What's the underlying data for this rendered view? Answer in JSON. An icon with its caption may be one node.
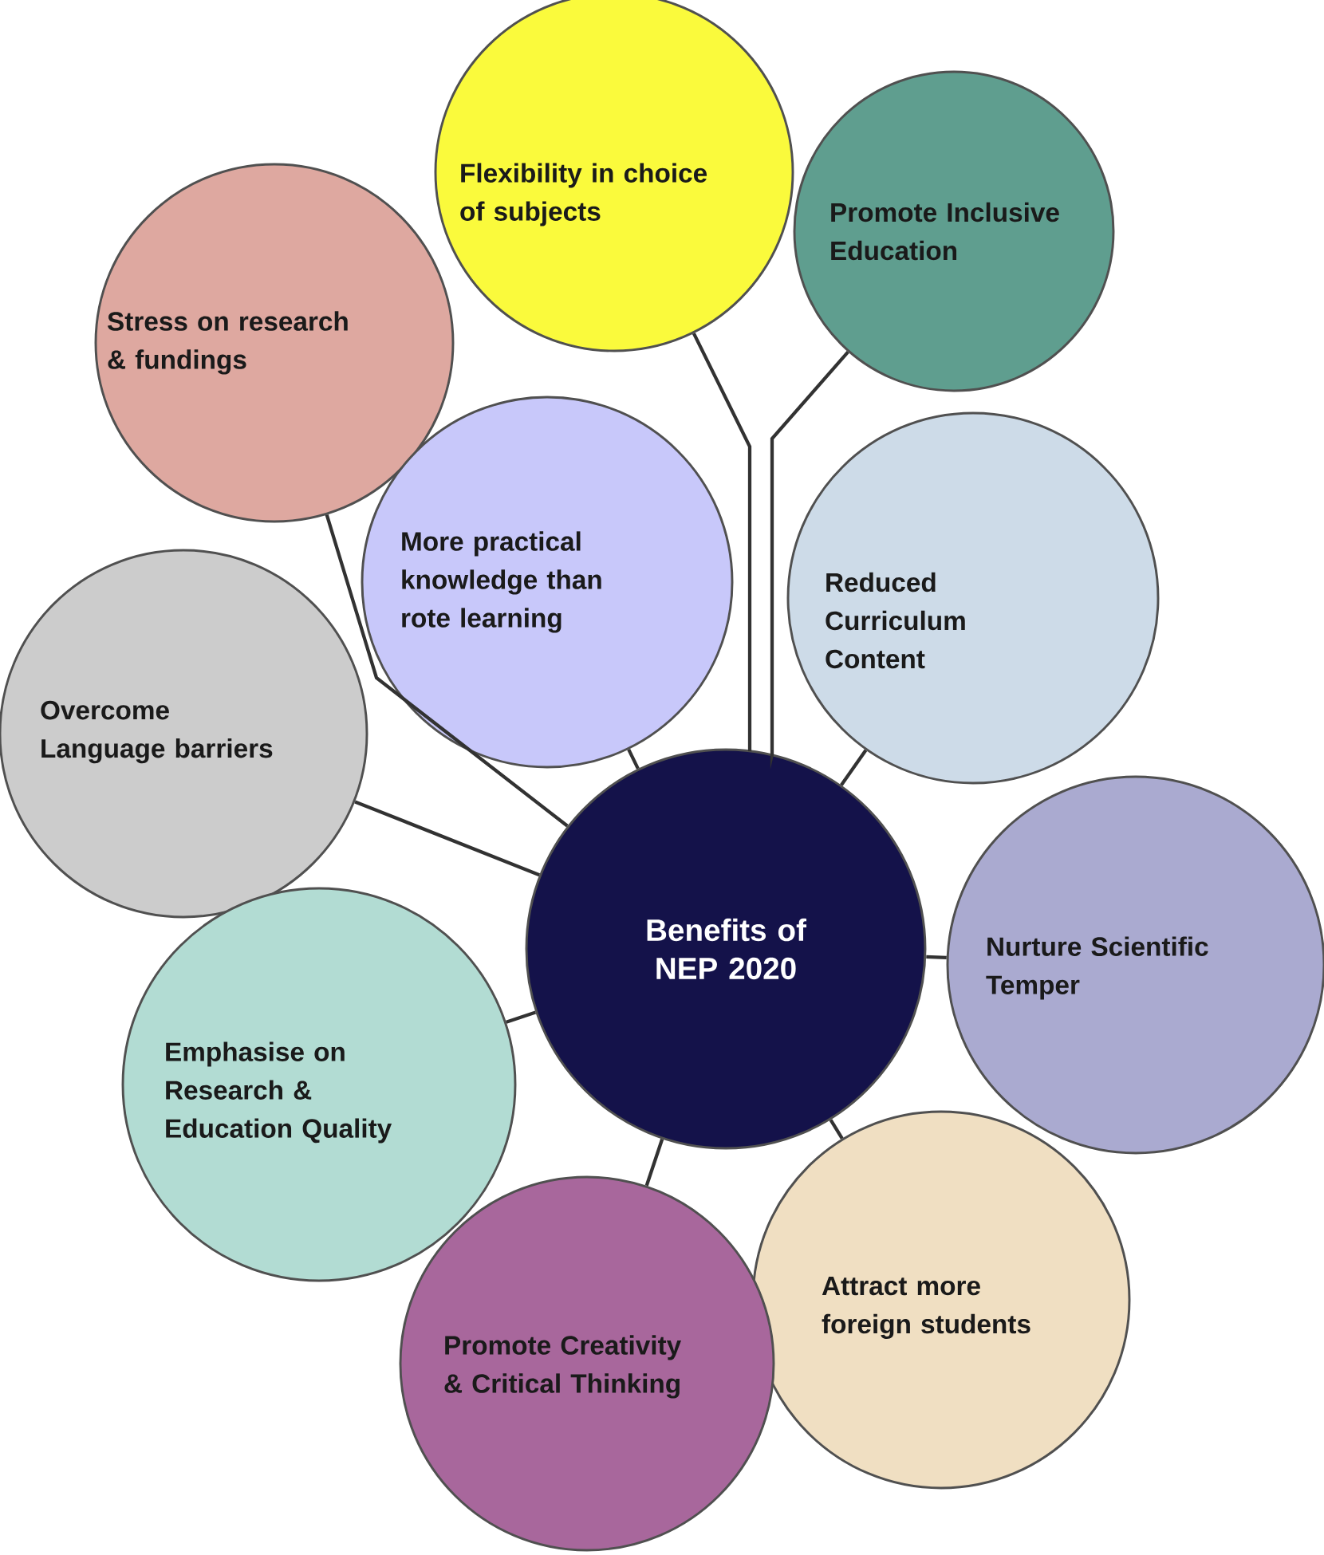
{
  "diagram": {
    "nodes": [
      {
        "text": [
          "Flexibility in choice of subjects"
        ]
      },
      {
        "text": [
          "Promote Inclusive Education"
        ]
      },
      {
        "text": [
          "Stress on research & fundings"
        ]
      },
      {
        "text": [
          "More practical knowledge than rote learning"
        ]
      },
      {
        "text": [
          "Reduced Curriculum Content"
        ]
      },
      {
        "text": [
          "Overcome Language barriers"
        ]
      },
      {
        "text": [
          "Benefits of NEP 2020"
        ]
      },
      {
        "text": [
          "Nurture Scientific Temper"
        ]
      },
      {
        "text": [
          "Emphasise on Research & Education Quality"
        ]
      },
      {
        "text": [
          "Attract more foreign students"
        ]
      },
      {
        "text": [
          "Promote Creativity & Critical Thinking"
        ]
      }
    ],
    "edges": [
      {
        "from": 6,
        "to": 0,
        "arrow": "none"
      },
      {
        "from": 6,
        "to": 1,
        "arrow": "none"
      },
      {
        "from": 6,
        "to": 2,
        "arrow": "none"
      },
      {
        "from": 6,
        "to": 3,
        "arrow": "none"
      },
      {
        "from": 6,
        "to": 4,
        "arrow": "none"
      },
      {
        "from": 6,
        "to": 5,
        "arrow": "none"
      },
      {
        "from": 6,
        "to": 7,
        "arrow": "none"
      },
      {
        "from": 6,
        "to": 8,
        "arrow": "none"
      },
      {
        "from": 6,
        "to": 9,
        "arrow": "none"
      },
      {
        "from": 6,
        "to": 10,
        "arrow": "none"
      }
    ]
  }
}
